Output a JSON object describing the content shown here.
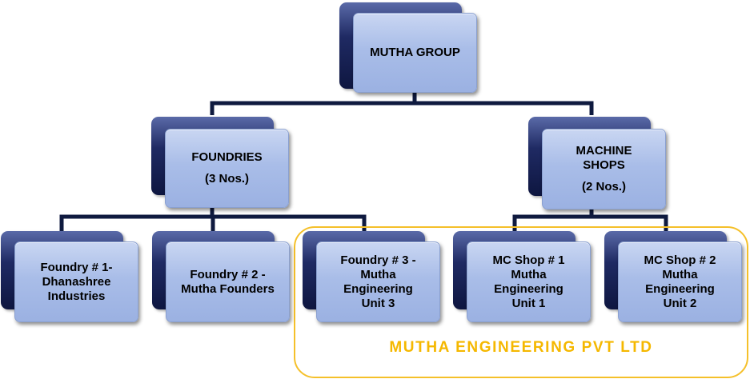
{
  "colors": {
    "connector": "#0f1a3f",
    "group_frame": "#f5c02a",
    "group_label": "#f5b800",
    "box_face": "#a9bde8",
    "box_back": "#1f2a63"
  },
  "nodes": {
    "root": {
      "lines": [
        "MUTHA GROUP"
      ]
    },
    "foundries": {
      "lines": [
        "FOUNDRIES",
        "(3 Nos.)"
      ]
    },
    "machine_shops": {
      "lines": [
        "MACHINE",
        "SHOPS",
        "(2 Nos.)"
      ]
    },
    "foundry_1": {
      "lines": [
        "Foundry # 1-",
        "Dhanashree",
        "Industries"
      ]
    },
    "foundry_2": {
      "lines": [
        "Foundry # 2 -",
        "Mutha Founders"
      ]
    },
    "foundry_3": {
      "lines": [
        "Foundry # 3 -",
        "Mutha",
        "Engineering",
        "Unit 3"
      ]
    },
    "mc_shop_1": {
      "lines": [
        "MC Shop # 1",
        "Mutha",
        "Engineering",
        "Unit 1"
      ]
    },
    "mc_shop_2": {
      "lines": [
        "MC Shop # 2",
        "Mutha",
        "Engineering",
        "Unit 2"
      ]
    }
  },
  "group": {
    "label": "MUTHA ENGINEERING PVT LTD"
  }
}
